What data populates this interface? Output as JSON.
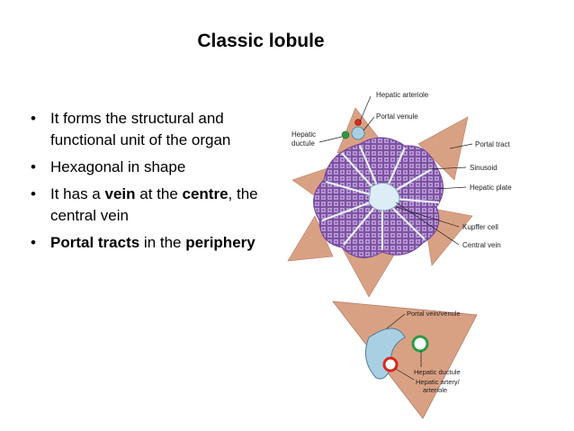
{
  "title": "Classic lobule",
  "bullets": [
    {
      "text": "It forms the structural and functional unit of the organ"
    },
    {
      "text": "Hexagonal in shape"
    },
    {
      "pre": "It has a ",
      "bold1": "vein",
      "mid": " at the ",
      "bold2": "centre",
      "post": ", the central vein"
    },
    {
      "bold1": "Portal tracts",
      "mid": "  in the ",
      "bold2": "periphery"
    }
  ],
  "top_diagram_labels": {
    "hepatic_arteriole": "Hepatic arteriole",
    "portal_venule": "Portal venule",
    "hepatic_ductule": "Hepatic ductule",
    "portal_tract": "Portal tract",
    "sinusoid": "Sinusoid",
    "hepatic_plate": "Hepatic plate",
    "kupffer_cell": "Kupffer cell",
    "central_vein": "Central vein"
  },
  "bottom_diagram_labels": {
    "portal_vein_venule": "Portal vein/venule",
    "hepatic_ductule": "Hepatic ductule",
    "hepatic_artery": "Hepatic artery/",
    "arteriole": "arteriole"
  },
  "colors": {
    "portal_tract": "#d9a184",
    "lobule": "#c9b3dc",
    "cells": "#8e5fb5",
    "vessel_blue": "#a9cfe3",
    "artery_red": "#d62a1e",
    "ductule_green": "#2f9a45"
  }
}
